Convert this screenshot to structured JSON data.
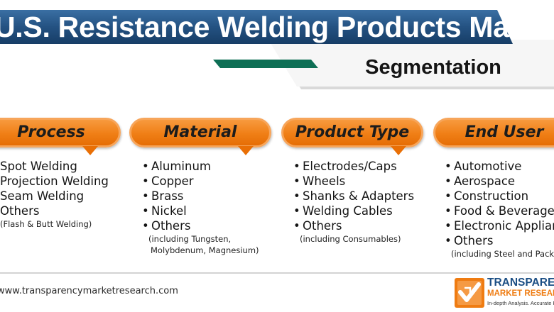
{
  "header": {
    "title": "U.S. Resistance Welding Products Market",
    "subtitle": "Segmentation"
  },
  "colors": {
    "title_band": "#2a5a8c",
    "accent_green": "#0e6f55",
    "tab_orange": "#f07f16",
    "logo_blue": "#1b4e84",
    "logo_orange": "#ef7c12"
  },
  "categories": [
    {
      "label": "Process",
      "items": [
        "Spot Welding",
        "Projection Welding",
        "Seam Welding",
        "Others"
      ],
      "note": [
        "(Flash & Butt Welding)"
      ]
    },
    {
      "label": "Material",
      "items": [
        "Aluminum",
        "Copper",
        "Brass",
        "Nickel",
        "Others"
      ],
      "note": [
        "(including Tungsten,",
        "Molybdenum, Magnesium)"
      ]
    },
    {
      "label": "Product Type",
      "items": [
        "Electrodes/Caps",
        "Wheels",
        "Shanks & Adapters",
        "Welding Cables",
        "Others"
      ],
      "note": [
        "(including Consumables)"
      ]
    },
    {
      "label": "End User",
      "items": [
        "Automotive",
        "Aerospace",
        "Construction",
        "Food & Beverages",
        "Electronic Appliances",
        "Others"
      ],
      "note": [
        "(including Steel and Packaging)"
      ]
    }
  ],
  "footer": {
    "url": "www.transparencymarketresearch.com",
    "logo_line1": "TRANSPARENCY",
    "logo_line2": "MARKET RESEARCH",
    "logo_line3": "In-depth Analysis. Accurate Results.",
    "logo_icon": "checkmark-logo-icon"
  }
}
